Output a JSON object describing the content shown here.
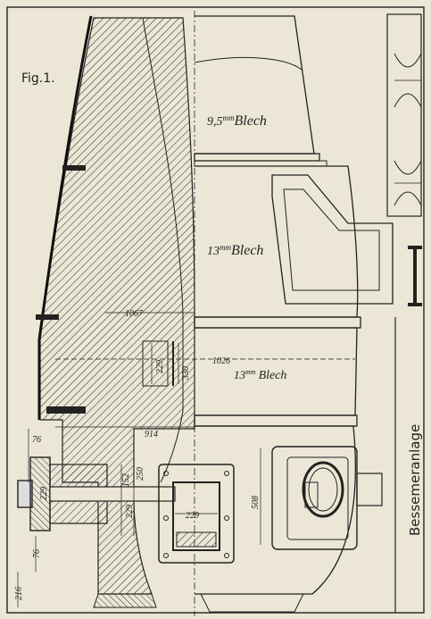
{
  "figure": {
    "label": "Fig.1."
  },
  "side_title": "Bessemeranlage",
  "plate_labels": [
    {
      "thickness": "9,5",
      "unit": "mm",
      "word": "Blech"
    },
    {
      "thickness": "13",
      "unit": "mm",
      "word": "Blech"
    },
    {
      "thickness": "13",
      "unit": "mm",
      "word": "Blech"
    }
  ],
  "dimensions": {
    "d1067": "1067",
    "d1026": "1026",
    "d914": "914",
    "d508": "508",
    "d330": "330",
    "d229a": "229",
    "d229b": "229",
    "d229c": "229",
    "d229d": "229",
    "d250": "250",
    "d152": "152",
    "d76a": "76",
    "d76b": "76",
    "d216": "216"
  },
  "colors": {
    "paper": "#ece6d6",
    "ink": "#222222"
  }
}
